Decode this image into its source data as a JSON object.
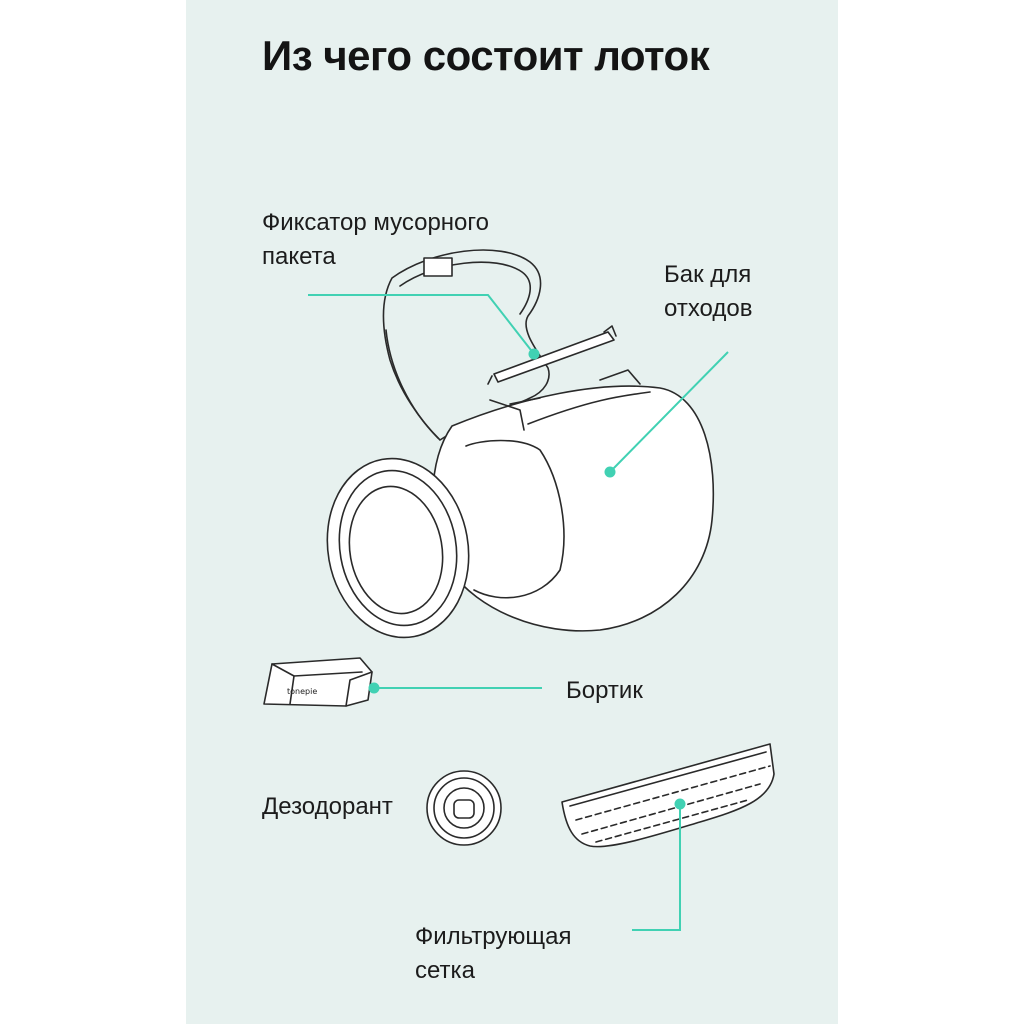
{
  "title": "Из чего состоит лоток",
  "accent_color": "#41d1b3",
  "background_color": "#e7f1ef",
  "parts": {
    "bag_fixator": {
      "line1": "Фиксатор мусорного",
      "line2": "пакета"
    },
    "waste_tank": {
      "line1": "Бак для",
      "line2": "отходов"
    },
    "rim": {
      "label": "Бортик",
      "brand_text": "tonepie"
    },
    "deodorant": {
      "label": "Дезодорант"
    },
    "filter_mesh": {
      "line1": "Фильтрующая",
      "line2": "сетка"
    }
  }
}
